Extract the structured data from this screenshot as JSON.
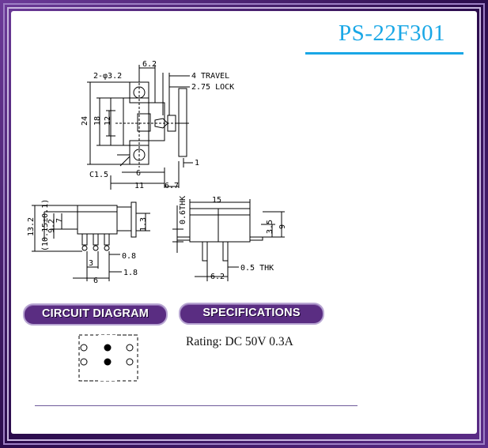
{
  "title": "PS-22F301",
  "sections": {
    "circuit": "CIRCUIT DIAGRAM",
    "specs": "SPECIFICATIONS"
  },
  "specs": {
    "rating": "Rating: DC 50V 0.3A"
  },
  "top_view": {
    "hole": "2-φ3.2",
    "width_top": "6.2",
    "travel": "4 TRAVEL",
    "lock": "2.75 LOCK",
    "h24": "24",
    "h18": "18",
    "h12": "12",
    "chamfer": "C1.5",
    "w6": "6",
    "w11": "11",
    "w6_7": "6.7",
    "knob": "1"
  },
  "side_view": {
    "h13_2": "13.2",
    "h10_15": "(10.15±0.1)",
    "h9_2": "9.2",
    "h7": "7",
    "h1_3": "1.3",
    "p0_8": "0.8",
    "p3": "3",
    "p1_8": "1.8",
    "p6": "6"
  },
  "end_view": {
    "w15": "15",
    "thk06": "0.6THK",
    "h3_5": "3.5",
    "h9": "9",
    "thk05": "0.5 THK",
    "w6_2": "6.2"
  }
}
